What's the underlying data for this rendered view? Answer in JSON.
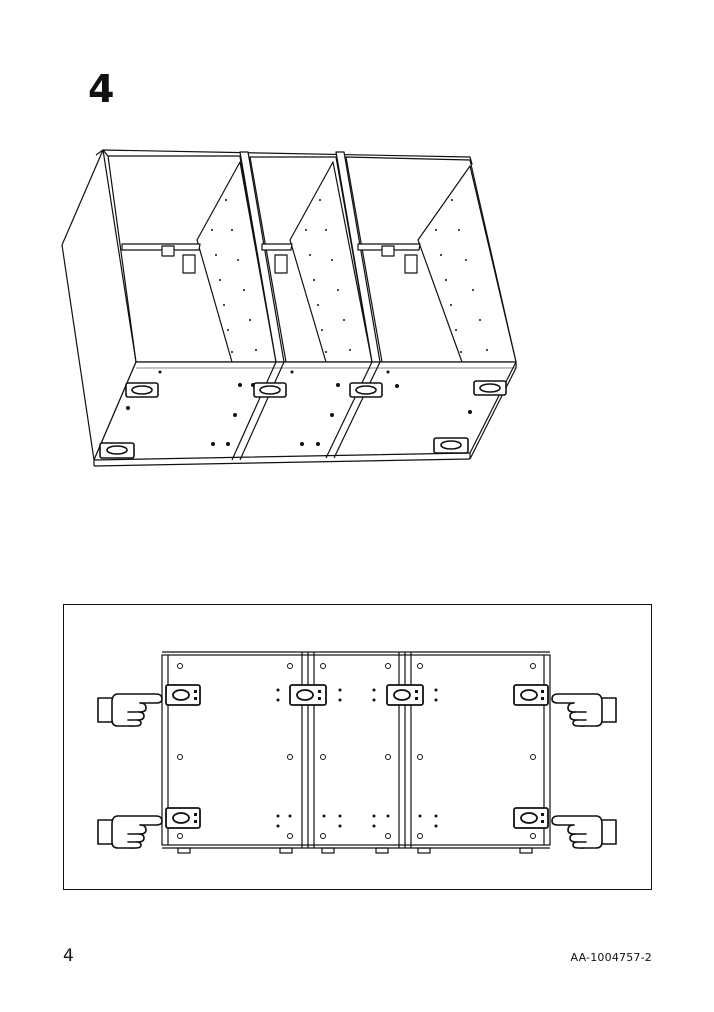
{
  "step": {
    "number": "4"
  },
  "footer": {
    "page_number": "4",
    "doc_code": "AA-1004757-2"
  },
  "illustrations": {
    "main": {
      "icon": "three-cabinet-assembly-isometric"
    },
    "detail": {
      "icon": "cabinet-bottom-view-with-pointing-hands"
    }
  },
  "colors": {
    "line": "#111111",
    "background": "#ffffff"
  }
}
